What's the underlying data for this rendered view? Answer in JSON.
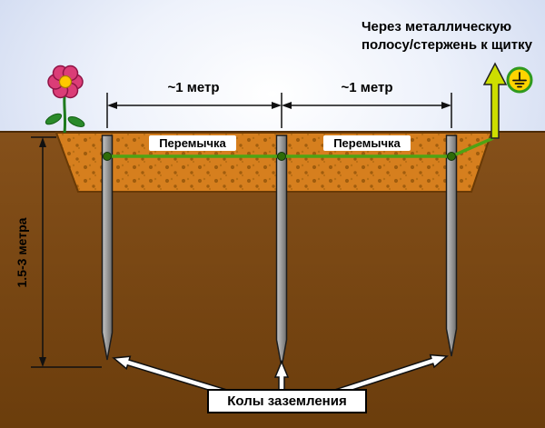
{
  "title": "grounding-rods-installation-diagram",
  "labels": {
    "to_panel": "Через металлическую полосу/стержень к щитку",
    "distance_left": "~1 метр",
    "distance_right": "~1 метр",
    "jumper_left": "Перемычка",
    "jumper_right": "Перемычка",
    "depth": "1.5-3 метра",
    "stakes": "Колы заземления"
  },
  "icons": {
    "earth_symbol": "earth-ground-icon",
    "flower": "flower-icon",
    "up_arrow": "up-arrow-to-panel"
  },
  "diagram": {
    "rod_count": 3,
    "rod_spacing": "~1 метр",
    "rod_depth": "1.5-3 метра"
  },
  "colors": {
    "sky": "#c2cfec",
    "soil": "#7a4712",
    "trench": "#d67f1e",
    "wire_green": "#4fa314",
    "arrow_yellow": "#cdde00",
    "rod_gray": "#9b9b9b",
    "symbol_ring_green": "#2f9a1e",
    "symbol_fill_yellow": "#ffd400",
    "flower_pink": "#db3d77",
    "label_bg": "#ffffff"
  }
}
